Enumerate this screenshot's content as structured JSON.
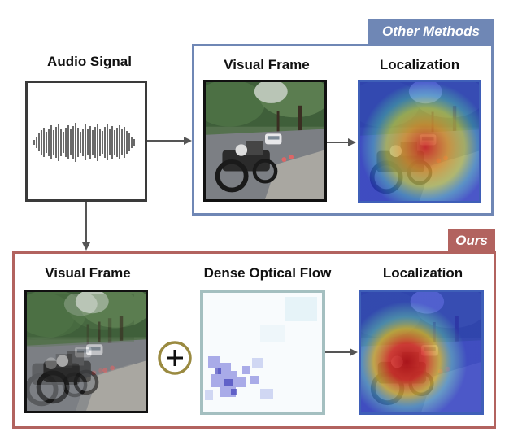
{
  "audio": {
    "title": "Audio Signal"
  },
  "other_methods": {
    "tag": "Other Methods",
    "visual_frame_label": "Visual Frame",
    "localization_label": "Localization",
    "color": "#6f87b5"
  },
  "ours": {
    "tag": "Ours",
    "visual_frame_label": "Visual Frame",
    "optical_flow_label": "Dense Optical Flow",
    "localization_label": "Localization",
    "color": "#b2635f",
    "plus_color": "#9a8a40"
  },
  "icons": {
    "audio_waveform": "waveform-icon",
    "plus": "plus-circle-icon"
  }
}
